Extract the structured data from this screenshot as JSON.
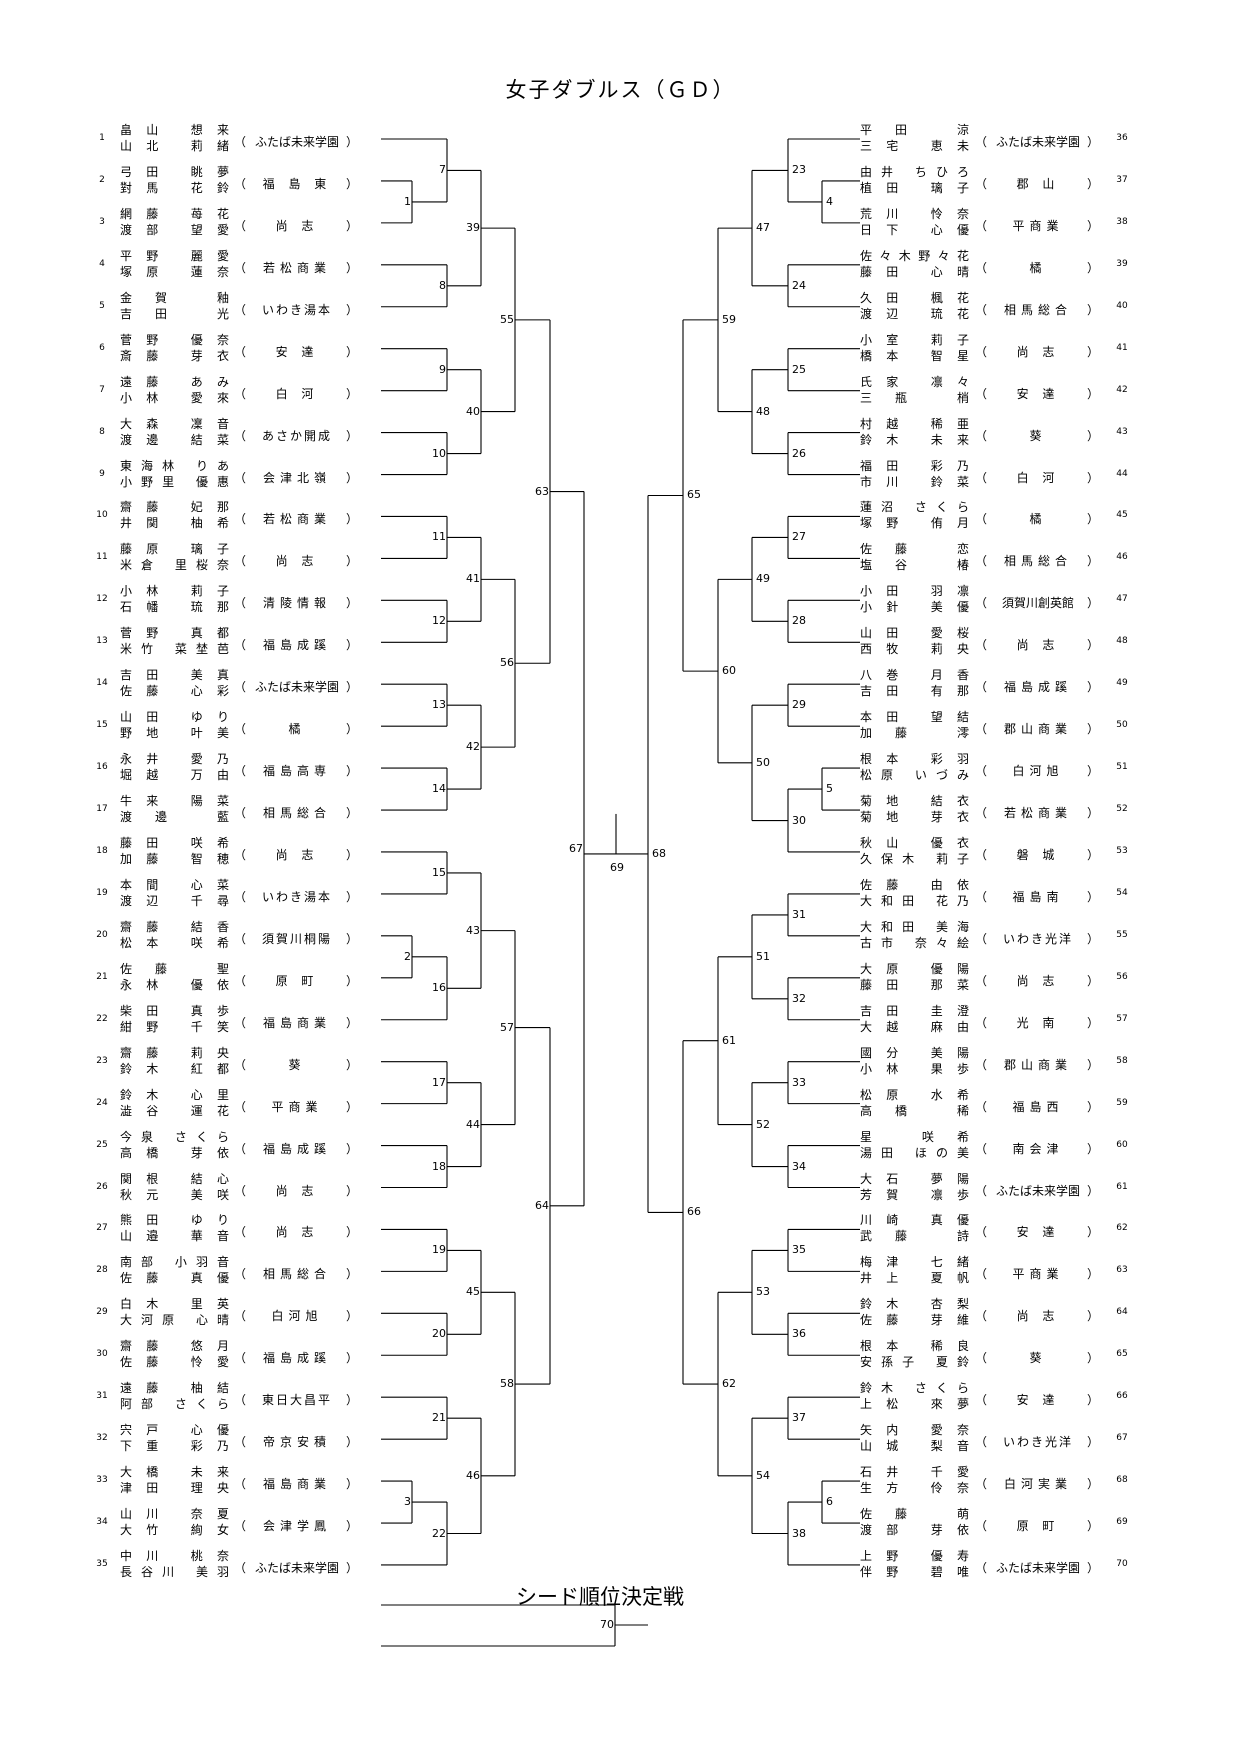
{
  "title": "女子ダブルス（ＧＤ）",
  "seed_title": "シード順位決定戦",
  "left_entries": [
    {
      "no": "1",
      "p1": "畠山 想来",
      "p2": "山北 莉緒",
      "school": "ふたば未来学園"
    },
    {
      "no": "2",
      "p1": "弓田 眺夢",
      "p2": "對馬 花鈴",
      "school": "福 島 東"
    },
    {
      "no": "3",
      "p1": "網藤 苺花",
      "p2": "渡部 望愛",
      "school": "尚 志"
    },
    {
      "no": "4",
      "p1": "平野 麗愛",
      "p2": "塚原 蓮奈",
      "school": "若松商業"
    },
    {
      "no": "5",
      "p1": "金賀 釉",
      "p2": "吉田 光",
      "school": "いわき湯本"
    },
    {
      "no": "6",
      "p1": "菅野 優奈",
      "p2": "斎藤 芽衣",
      "school": "安 達"
    },
    {
      "no": "7",
      "p1": "遠藤 あみ",
      "p2": "小林 愛來",
      "school": "白 河"
    },
    {
      "no": "8",
      "p1": "大森 凜音",
      "p2": "渡邊 結菜",
      "school": "あさか開成"
    },
    {
      "no": "9",
      "p1": "東海林 りあ",
      "p2": "小野里 優惠",
      "school": "会津北嶺"
    },
    {
      "no": "10",
      "p1": "齋藤 妃那",
      "p2": "井関 柚希",
      "school": "若松商業"
    },
    {
      "no": "11",
      "p1": "藤原 璃子",
      "p2": "米倉 里桜奈",
      "school": "尚 志"
    },
    {
      "no": "12",
      "p1": "小林 莉子",
      "p2": "石幡 琉那",
      "school": "清陵情報"
    },
    {
      "no": "13",
      "p1": "菅野 真都",
      "p2": "米竹 菜埜芭",
      "school": "福島成蹊"
    },
    {
      "no": "14",
      "p1": "吉田 美真",
      "p2": "佐藤 心彩",
      "school": "ふたば未来学園"
    },
    {
      "no": "15",
      "p1": "山田 ゆり",
      "p2": "野地 叶美",
      "school": "橘"
    },
    {
      "no": "16",
      "p1": "永井 愛乃",
      "p2": "堀越 万由",
      "school": "福島高専"
    },
    {
      "no": "17",
      "p1": "牛来 陽菜",
      "p2": "渡邊 藍",
      "school": "相馬総合"
    },
    {
      "no": "18",
      "p1": "藤田 咲希",
      "p2": "加藤 智穂",
      "school": "尚 志"
    },
    {
      "no": "19",
      "p1": "本間 心菜",
      "p2": "渡辺 千尋",
      "school": "いわき湯本"
    },
    {
      "no": "20",
      "p1": "齋藤 結香",
      "p2": "松本 咲希",
      "school": "須賀川桐陽"
    },
    {
      "no": "21",
      "p1": "佐藤 聖",
      "p2": "永林 優依",
      "school": "原 町"
    },
    {
      "no": "22",
      "p1": "柴田 真歩",
      "p2": "紺野 千笑",
      "school": "福島商業"
    },
    {
      "no": "23",
      "p1": "齋藤 莉央",
      "p2": "鈴木 紅都",
      "school": "葵"
    },
    {
      "no": "24",
      "p1": "鈴木 心里",
      "p2": "澁谷 運花",
      "school": "平商業"
    },
    {
      "no": "25",
      "p1": "今泉 さくら",
      "p2": "高橋 芽依",
      "school": "福島成蹊"
    },
    {
      "no": "26",
      "p1": "関根 結心",
      "p2": "秋元 美咲",
      "school": "尚 志"
    },
    {
      "no": "27",
      "p1": "熊田 ゆり",
      "p2": "山邉 華音",
      "school": "尚 志"
    },
    {
      "no": "28",
      "p1": "南部 小羽音",
      "p2": "佐藤 真優",
      "school": "相馬総合"
    },
    {
      "no": "29",
      "p1": "白木 里英",
      "p2": "大河原 心晴",
      "school": "白河旭"
    },
    {
      "no": "30",
      "p1": "齋藤 悠月",
      "p2": "佐藤 怜愛",
      "school": "福島成蹊"
    },
    {
      "no": "31",
      "p1": "遠藤 柚結",
      "p2": "阿部 さくら",
      "school": "東日大昌平"
    },
    {
      "no": "32",
      "p1": "宍戸 心優",
      "p2": "下重 彩乃",
      "school": "帝京安積"
    },
    {
      "no": "33",
      "p1": "大橋 未来",
      "p2": "津田 理央",
      "school": "福島商業"
    },
    {
      "no": "34",
      "p1": "山川 奈夏",
      "p2": "大竹 絢女",
      "school": "会津学鳳"
    },
    {
      "no": "35",
      "p1": "中川 桃奈",
      "p2": "長谷川 美羽",
      "school": "ふたば未来学園"
    }
  ],
  "right_entries": [
    {
      "no": "36",
      "p1": "平田 涼",
      "p2": "三宅 恵未",
      "school": "ふたば未来学園"
    },
    {
      "no": "37",
      "p1": "由井 ちひろ",
      "p2": "植田 璃子",
      "school": "郡 山"
    },
    {
      "no": "38",
      "p1": "荒川 怜奈",
      "p2": "日下 心優",
      "school": "平商業"
    },
    {
      "no": "39",
      "p1": "佐々木野々花",
      "p2": "藤田 心晴",
      "school": "橘"
    },
    {
      "no": "40",
      "p1": "久田 楓花",
      "p2": "渡辺 琉花",
      "school": "相馬総合"
    },
    {
      "no": "41",
      "p1": "小室 莉子",
      "p2": "橋本 智星",
      "school": "尚 志"
    },
    {
      "no": "42",
      "p1": "氏家 凛々",
      "p2": "三瓶 梢",
      "school": "安 達"
    },
    {
      "no": "43",
      "p1": "村越 稀亜",
      "p2": "鈴木 未来",
      "school": "葵"
    },
    {
      "no": "44",
      "p1": "福田 彩乃",
      "p2": "市川 鈴菜",
      "school": "白 河"
    },
    {
      "no": "45",
      "p1": "蓮沼 さくら",
      "p2": "塚野 侑月",
      "school": "橘"
    },
    {
      "no": "46",
      "p1": "佐藤 恋",
      "p2": "塩谷 椿",
      "school": "相馬総合"
    },
    {
      "no": "47",
      "p1": "小田 羽凛",
      "p2": "小針 美優",
      "school": "須賀川創英館"
    },
    {
      "no": "48",
      "p1": "山田 愛桜",
      "p2": "西牧 莉央",
      "school": "尚 志"
    },
    {
      "no": "49",
      "p1": "八巻 月香",
      "p2": "吉田 有那",
      "school": "福島成蹊"
    },
    {
      "no": "50",
      "p1": "本田 望結",
      "p2": "加藤 澪",
      "school": "郡山商業"
    },
    {
      "no": "51",
      "p1": "根本 彩羽",
      "p2": "松原 いづみ",
      "school": "白河旭"
    },
    {
      "no": "52",
      "p1": "菊地 結衣",
      "p2": "菊地 芽衣",
      "school": "若松商業"
    },
    {
      "no": "53",
      "p1": "秋山 優衣",
      "p2": "久保木 莉子",
      "school": "磐 城"
    },
    {
      "no": "54",
      "p1": "佐藤 由依",
      "p2": "大和田 花乃",
      "school": "福島南"
    },
    {
      "no": "55",
      "p1": "大和田 美海",
      "p2": "古市 奈々絵",
      "school": "いわき光洋"
    },
    {
      "no": "56",
      "p1": "大原 優陽",
      "p2": "藤田 那菜",
      "school": "尚 志"
    },
    {
      "no": "57",
      "p1": "吉田 圭澄",
      "p2": "大越 麻由",
      "school": "光 南"
    },
    {
      "no": "58",
      "p1": "國分 美陽",
      "p2": "小林 果歩",
      "school": "郡山商業"
    },
    {
      "no": "59",
      "p1": "松原 水希",
      "p2": "高橋 稀",
      "school": "福島西"
    },
    {
      "no": "60",
      "p1": "星 咲希",
      "p2": "湯田 ほの美",
      "school": "南会津"
    },
    {
      "no": "61",
      "p1": "大石 夢陽",
      "p2": "芳賀 凛歩",
      "school": "ふたば未来学園"
    },
    {
      "no": "62",
      "p1": "川崎 真優",
      "p2": "武藤 詩",
      "school": "安 達"
    },
    {
      "no": "63",
      "p1": "梅津 七緒",
      "p2": "井上 夏帆",
      "school": "平商業"
    },
    {
      "no": "64",
      "p1": "鈴木 杏梨",
      "p2": "佐藤 芽維",
      "school": "尚 志"
    },
    {
      "no": "65",
      "p1": "根本 稀良",
      "p2": "安孫子 夏鈴",
      "school": "葵"
    },
    {
      "no": "66",
      "p1": "鈴木 さくら",
      "p2": "上松 來夢",
      "school": "安 達"
    },
    {
      "no": "67",
      "p1": "矢内 愛奈",
      "p2": "山城 梨音",
      "school": "いわき光洋"
    },
    {
      "no": "68",
      "p1": "石井 千愛",
      "p2": "生方 伶奈",
      "school": "白河実業"
    },
    {
      "no": "69",
      "p1": "佐藤 萌",
      "p2": "渡部 芽依",
      "school": "原 町"
    },
    {
      "no": "70",
      "p1": "上野 優寿",
      "p2": "伴野 碧唯",
      "school": "ふたば未来学園"
    }
  ],
  "paren_open": "（",
  "paren_close": "）",
  "match_labels": [
    "1",
    "2",
    "3",
    "4",
    "5",
    "6",
    "7",
    "8",
    "9",
    "10",
    "11",
    "12",
    "13",
    "14",
    "15",
    "16",
    "17",
    "18",
    "19",
    "20",
    "21",
    "22",
    "23",
    "24",
    "25",
    "26",
    "27",
    "28",
    "29",
    "30",
    "31",
    "32",
    "33",
    "34",
    "35",
    "36",
    "37",
    "38",
    "39",
    "40",
    "41",
    "42",
    "43",
    "44",
    "45",
    "46",
    "47",
    "48",
    "49",
    "50",
    "51",
    "52",
    "53",
    "54",
    "55",
    "56",
    "57",
    "58",
    "59",
    "60",
    "61",
    "62",
    "63",
    "64",
    "65",
    "66",
    "67",
    "68",
    "69",
    "70"
  ]
}
